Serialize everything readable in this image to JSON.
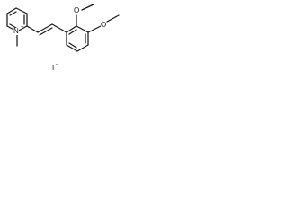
{
  "molecule": {
    "atoms": {
      "nitrogen": "N",
      "nitrogen_charge": "+",
      "oxygen_top": "O",
      "oxygen_right": "O"
    },
    "counterion": {
      "label": "I",
      "charge": "-"
    }
  }
}
